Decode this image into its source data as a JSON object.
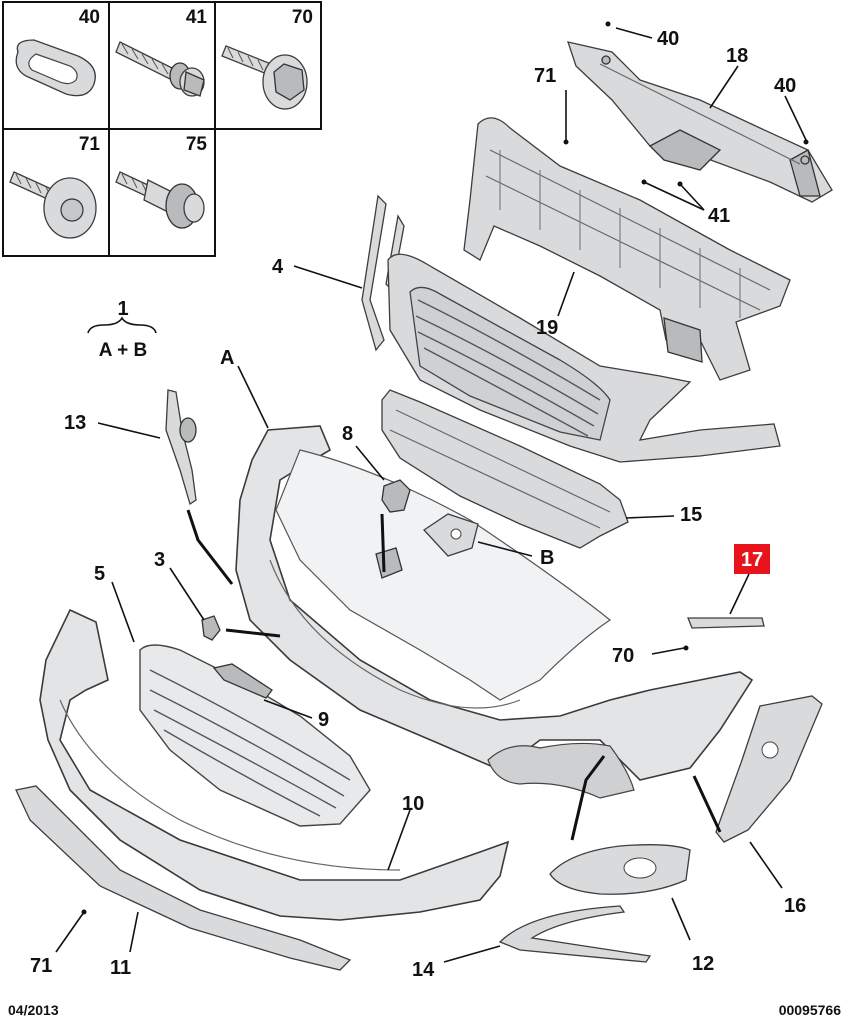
{
  "fastener_table": {
    "cells": [
      {
        "number": "40",
        "icon": "clip-nut-icon"
      },
      {
        "number": "41",
        "icon": "flange-bolt-icon"
      },
      {
        "number": "70",
        "icon": "washer-bolt-icon"
      },
      {
        "number": "71",
        "icon": "washer-screw-icon"
      },
      {
        "number": "75",
        "icon": "shoulder-screw-icon"
      }
    ]
  },
  "assembly_callout": {
    "number": "1",
    "composition": "A + B"
  },
  "labels": {
    "l40a": "40",
    "l18": "18",
    "l40b": "40",
    "l71a": "71",
    "l41": "41",
    "l4": "4",
    "l19": "19",
    "l13": "13",
    "lA": "A",
    "l8": "8",
    "l15": "15",
    "lB": "B",
    "l17": "17",
    "l5": "5",
    "l3": "3",
    "l70": "70",
    "l9": "9",
    "l10": "10",
    "l16": "16",
    "l71b": "71",
    "l11": "11",
    "l14": "14",
    "l12": "12"
  },
  "highlight_color": "#e8141b",
  "footer": {
    "date": "04/2013",
    "code": "00095766"
  }
}
